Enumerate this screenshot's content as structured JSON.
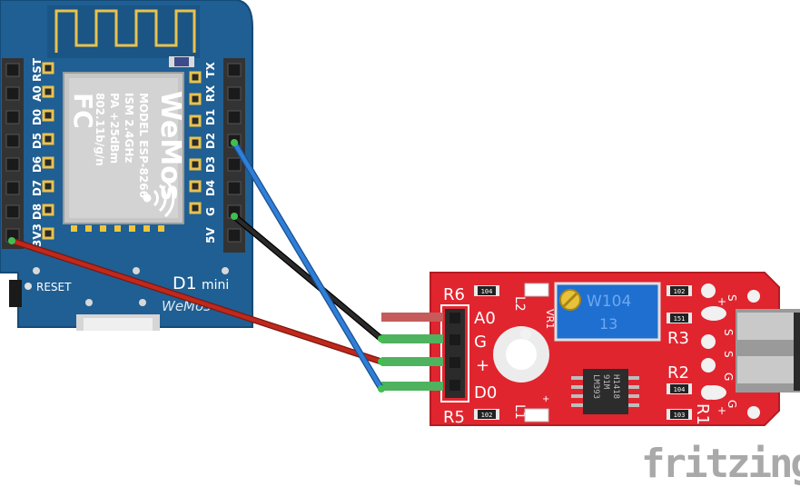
{
  "d1mini": {
    "left_pins": [
      "RST",
      "A0",
      "D0",
      "D5",
      "D6",
      "D7",
      "D8",
      "3V3"
    ],
    "right_pins": [
      "TX",
      "RX",
      "D1",
      "D2",
      "D3",
      "D4",
      "G",
      "5V"
    ],
    "reset_label": "RESET",
    "brand": "D1",
    "brand_sub": "mini",
    "brand_script": "WeMos",
    "module": {
      "logo": "WeMos",
      "fcc": "FC",
      "lines": [
        "MODEL  ESP-8266",
        "ISM 2.4GHz",
        "PA +25dBm",
        "802.11b/g/n"
      ]
    }
  },
  "sensor": {
    "header_labels": [
      "A0",
      "G",
      "+",
      "D0"
    ],
    "r6": "R6",
    "r5": "R5",
    "r3": "R3",
    "r2": "R2",
    "r1": "R1",
    "l1": "L1",
    "l2": "L2",
    "vr1": "VR1",
    "pot_label": "W104",
    "pot_sub": "13",
    "chip_lines": [
      "LM393",
      "91M",
      "H1418"
    ],
    "smd": [
      "104",
      "102",
      "102",
      "151",
      "104",
      "103"
    ],
    "mic_labels": [
      "S",
      "+",
      "S",
      "G",
      "S",
      "G"
    ]
  },
  "wires": [
    {
      "from": "D2",
      "to": "D0",
      "color": "#2f7fd8"
    },
    {
      "from": "G",
      "to": "G",
      "color": "#1e1e1e"
    },
    {
      "from": "3V3",
      "to": "+",
      "color": "#c0281c"
    }
  ],
  "watermark": "fritzing"
}
